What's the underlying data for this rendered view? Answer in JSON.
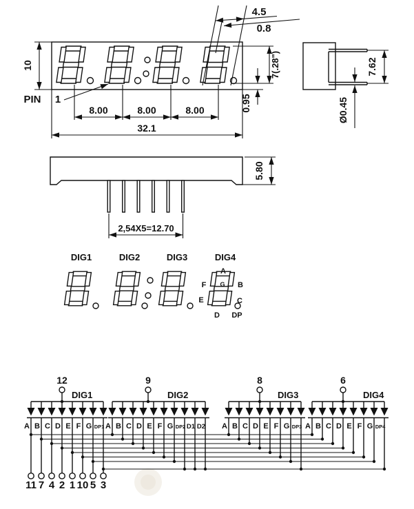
{
  "front_view": {
    "dim_height": "10",
    "pin_label": "PIN",
    "pin_number": "1",
    "dim_pitch": [
      "8.00",
      "8.00",
      "8.00"
    ],
    "dim_total_width": "32.1",
    "dim_digit_slant_width": "4.5",
    "dim_segment_width": "0.8",
    "dim_digit_height": "7(.28\")",
    "dim_dp_gap": "0.95"
  },
  "side_view": {
    "dim_lead_span": "7.62",
    "dim_lead_diameter": "Ø0.45"
  },
  "bottom_view": {
    "dim_body_thickness": "5.80",
    "dim_lead_pitch": "2,54X5=12.70"
  },
  "segment_view": {
    "digit_labels": [
      "DIG1",
      "DIG2",
      "DIG3",
      "DIG4"
    ],
    "seg_a": "A",
    "seg_b": "B",
    "seg_c": "C",
    "seg_d": "D",
    "seg_e": "E",
    "seg_f": "F",
    "seg_g": "G",
    "seg_dp": "DP"
  },
  "schematic": {
    "groups": [
      {
        "label": "DIG1",
        "common_pin": "12",
        "leds": [
          "A",
          "B",
          "C",
          "D",
          "E",
          "F",
          "G",
          "DP1"
        ]
      },
      {
        "label": "DIG2",
        "common_pin": "9",
        "leds": [
          "A",
          "B",
          "C",
          "D",
          "E",
          "F",
          "G",
          "DP2",
          "D1",
          "D2"
        ]
      },
      {
        "label": "DIG3",
        "common_pin": "8",
        "leds": [
          "A",
          "B",
          "C",
          "D",
          "E",
          "F",
          "G",
          "DP3"
        ]
      },
      {
        "label": "DIG4",
        "common_pin": "6",
        "leds": [
          "A",
          "B",
          "C",
          "D",
          "E",
          "F",
          "G",
          "DP4"
        ]
      }
    ],
    "bottom_pins": [
      "11",
      "7",
      "4",
      "2",
      "1",
      "10",
      "5",
      "3"
    ]
  },
  "colors": {
    "ink": "#111111",
    "paper": "#ffffff"
  }
}
